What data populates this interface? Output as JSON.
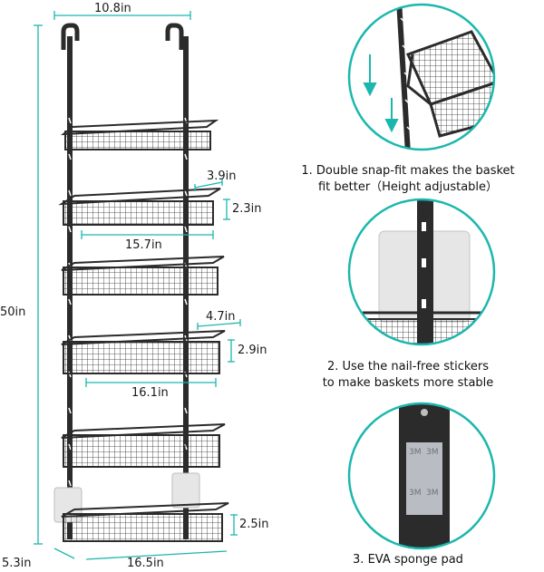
{
  "dimensions": {
    "top_width": "10.8in",
    "height": "50in",
    "basket_depth_small": "3.9in",
    "basket_height_small": "2.3in",
    "basket_width_small": "15.7in",
    "basket_depth_medium": "4.7in",
    "basket_height_medium": "2.9in",
    "basket_width_medium": "16.1in",
    "basket_height_large": "2.5in",
    "basket_depth_large": "5.3in",
    "basket_width_large": "16.5in"
  },
  "features": [
    {
      "line1": "1. Double snap-fit makes the basket",
      "line2": "fit better（Height adjustable）"
    },
    {
      "line1": "2. Use the nail-free stickers",
      "line2": "to make baskets more stable"
    },
    {
      "line1": "3. EVA sponge pad",
      "line2": ""
    }
  ],
  "pad_marks": [
    "3M",
    "3M",
    "3M",
    "3M"
  ],
  "colors": {
    "accent": "#1bb7ae",
    "metal": "#2b2b2b",
    "sticker": "#e6e6e6"
  }
}
